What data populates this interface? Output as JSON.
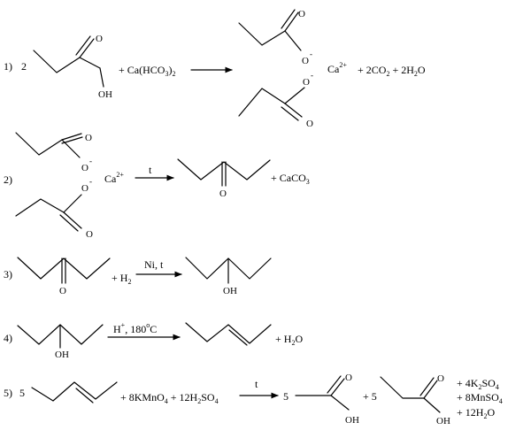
{
  "atoms": {
    "O": "O",
    "OH": "OH",
    "minus": "-",
    "ca": "Ca",
    "ca_charge": "2+",
    "plus": "+"
  },
  "reactions": [
    {
      "label": "1)",
      "coefficient": "2",
      "reagent": {
        "a": "+ Ca(HCO",
        "b": "3",
        "c": ")",
        "d": "2"
      },
      "products": {
        "a": "+ 2CO",
        "b": "2",
        "c": " + 2H",
        "d": "2",
        "e": "O"
      }
    },
    {
      "label": "2)",
      "condition": "t",
      "products": {
        "a": "+ CaCO",
        "b": "3"
      }
    },
    {
      "label": "3)",
      "reagent": {
        "a": "+ H",
        "b": "2"
      },
      "condition": "Ni, t"
    },
    {
      "label": "4)",
      "condition": {
        "a": "H",
        "b": "+",
        "c": ", 180",
        "d": "o",
        "e": "C"
      },
      "products": {
        "a": "+ H",
        "b": "2",
        "c": "O"
      }
    },
    {
      "label": "5)",
      "coefficient": "5",
      "reagent": {
        "a": "+ 8KMnO",
        "b": "4",
        "c": " + 12H",
        "d": "2",
        "e": "SO",
        "f": "4"
      },
      "condition": "t",
      "product_coef_1": "5",
      "product_coef_2": "+ 5",
      "side_products": [
        {
          "a": "+ 4K",
          "b": "2",
          "c": "SO",
          "d": "4"
        },
        {
          "a": "+ 8MnSO",
          "b": "4"
        },
        {
          "a": "+ 12H",
          "b": "2",
          "c": "O"
        }
      ]
    }
  ]
}
